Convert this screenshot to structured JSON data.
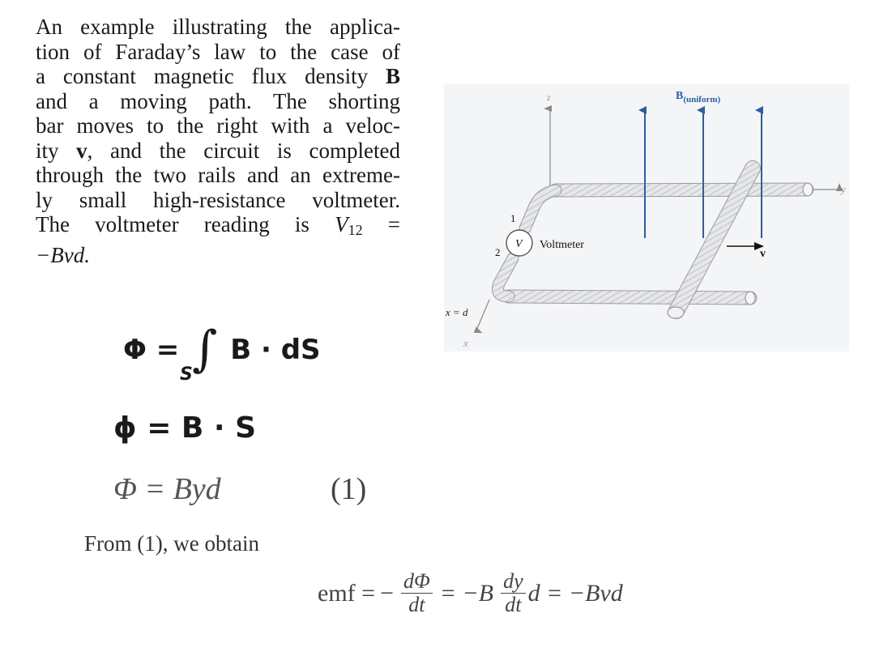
{
  "paragraph": {
    "lines": [
      "An example illustrating the applica-",
      "tion of Faraday’s law to the case of",
      "a constant magnetic flux density ",
      "and a moving path. The shorting",
      "bar moves to the right with a veloc-",
      "ity ",
      "through the two rails and an extreme-",
      "ly small high-resistance voltmeter.",
      "The voltmeter reading is "
    ],
    "bold_B": "B",
    "bold_v": "v",
    "line6_rest": ", and the circuit is completed",
    "v12_V": "V",
    "v12_sub": "12",
    "v12_eq": " =",
    "last_line": "−Bvd."
  },
  "equations": {
    "eq1_lhs": "Φ =",
    "eq1_integral": "∫",
    "eq1_sub": "S",
    "eq1_rhs": "B · dS",
    "eq2": "ϕ = B · S",
    "eq3": "Φ = Byd",
    "eq3_number": "(1)",
    "from_text": "From (1), we obtain",
    "eq4": {
      "emf": "emf =",
      "minus1": "−",
      "frac1_num": "dΦ",
      "frac1_den": "dt",
      "mid": "= −B",
      "frac2_num": "dy",
      "frac2_den": "dt",
      "tail": "d = −Bvd"
    }
  },
  "figure": {
    "axis_z": "z",
    "axis_y": "y",
    "axis_x": "x",
    "x_eq_d": "x = d",
    "field_B": "B",
    "field_sub": "(uniform)",
    "terminal_1": "1",
    "terminal_2": "2",
    "voltmeter_symbol": "V",
    "voltmeter_label": "Voltmeter",
    "velocity": "v",
    "field_color": "#2c5f9e"
  }
}
